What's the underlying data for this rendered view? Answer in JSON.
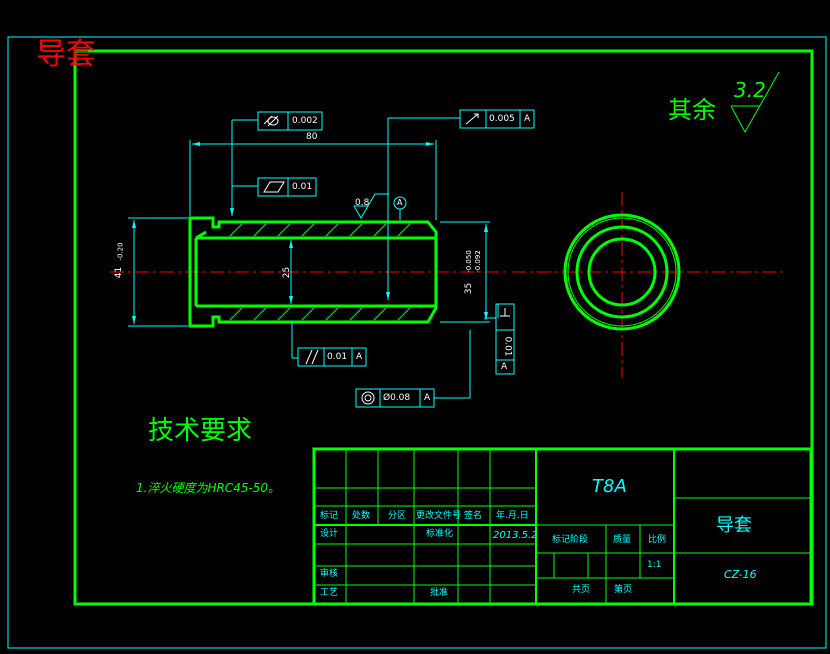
{
  "header": {
    "title": "导套"
  },
  "surface_finish": {
    "label": "其余",
    "value": "3.2"
  },
  "technical_requirements": {
    "heading": "技术要求",
    "items": [
      "1.淬火硬度为HRC45-50。"
    ]
  },
  "dimensions": {
    "length": "80",
    "bore": "25",
    "outer": "35",
    "outer_tol_upper": "-0.050",
    "outer_tol_lower": "-0.092",
    "flange": "41",
    "flange_tol": "-0.20",
    "roughness_local": "0.8",
    "datum_bubble": "A"
  },
  "gdt": {
    "runout_top": {
      "tol": "0.002"
    },
    "runout_right": {
      "tol": "0.005",
      "datum": "A"
    },
    "flatness": {
      "tol": "0.01"
    },
    "parallel": {
      "tol": "0.01",
      "datum": "A"
    },
    "coaxial": {
      "tol": "Ø0.08",
      "datum": "A"
    },
    "perp": {
      "tol": "0.01",
      "datum": "A"
    }
  },
  "title_block": {
    "material": "T8A",
    "part_name": "导套",
    "drawing_no": "CZ-16",
    "date": "2013.5.2",
    "scale": "1:1",
    "labels": {
      "mark": "标记",
      "count": "处数",
      "zone": "分区",
      "change_doc": "更改文件号",
      "signature": "签名",
      "ymd": "年.月.日",
      "design": "设计",
      "standardize": "标准化",
      "stage_mark": "标记阶段",
      "weight": "质量",
      "ratio": "比例",
      "review": "审核",
      "process": "工艺",
      "approve": "批准",
      "total_pages": "共页",
      "page": "第页"
    }
  }
}
